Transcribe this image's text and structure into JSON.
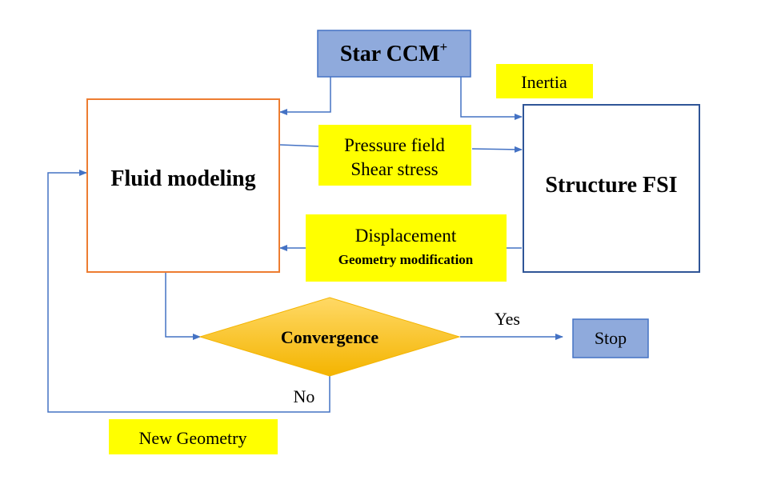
{
  "colors": {
    "blue_box_fill": "#8FAADC",
    "blue_box_stroke": "#4472C4",
    "fluid_border": "#ED7D31",
    "structure_border": "#2F5597",
    "highlight_yellow": "#FFFF00",
    "arrow": "#4472C4",
    "diamond_light": "#FFD966",
    "diamond_dark": "#F4B400"
  },
  "nodes": {
    "star_ccm": {
      "label": "Star CCM",
      "sup": "+"
    },
    "inertia": {
      "label": "Inertia"
    },
    "fluid": {
      "label": "Fluid modeling"
    },
    "structure": {
      "label": "Structure FSI"
    },
    "pressure": {
      "line1": "Pressure field",
      "line2": "Shear stress"
    },
    "displacement": {
      "line1": "Displacement",
      "line2": "Geometry modification"
    },
    "convergence": {
      "label": "Convergence"
    },
    "stop": {
      "label": "Stop"
    },
    "new_geometry": {
      "label": "New Geometry"
    }
  },
  "edge_labels": {
    "yes": "Yes",
    "no": "No"
  }
}
